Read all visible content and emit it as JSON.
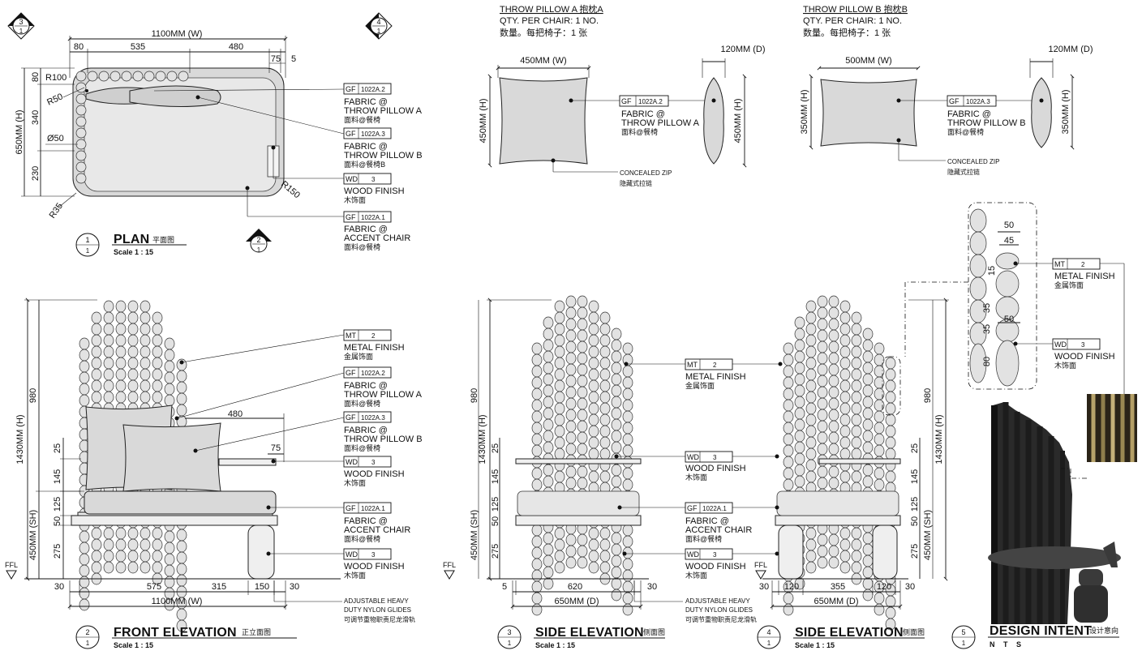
{
  "plan": {
    "callout_top_left": {
      "num": "3",
      "sheet": "1"
    },
    "callout_top_right": {
      "num": "4",
      "sheet": "1"
    },
    "callout_bottom": {
      "num": "2",
      "sheet": "1"
    },
    "dims": {
      "overall_w": "1100MM (W)",
      "d80": "80",
      "d535": "535",
      "d480": "480",
      "d75": "75",
      "d5": "5",
      "overall_h": "650MM (H)",
      "v80": "80",
      "v340": "340",
      "v230": "230",
      "r100": "R100",
      "r50": "R50",
      "dia50": "Ø50",
      "r35": "R35",
      "r150": "R150"
    },
    "tags": [
      {
        "code": "GF",
        "id": "1022A.2",
        "l1": "FABRIC @",
        "l2": "THROW PILLOW A",
        "cn": "面料@餐椅"
      },
      {
        "code": "GF",
        "id": "1022A.3",
        "l1": "FABRIC @",
        "l2": "THROW PILLOW B",
        "cn": "面料@餐椅B"
      },
      {
        "code": "WD",
        "id": "3",
        "l1": "WOOD FINISH",
        "l2": "",
        "cn": "木饰面"
      },
      {
        "code": "GF",
        "id": "1022A.1",
        "l1": "FABRIC @",
        "l2": "ACCENT CHAIR",
        "cn": "面料@餐椅"
      }
    ],
    "title": {
      "num": "1",
      "sheet": "1",
      "name": "PLAN",
      "cn": "平面图",
      "scale": "Scale 1 : 15"
    }
  },
  "pillow_a": {
    "head": "THROW PILLOW A 抱枕A",
    "qty": "QTY. PER CHAIR: 1 NO.",
    "qty_cn": "数量。每把椅子：1 张",
    "w": "450MM (W)",
    "h": "450MM (H)",
    "d": "120MM (D)",
    "h2": "450MM (H)",
    "tag": {
      "code": "GF",
      "id": "1022A.2",
      "l1": "FABRIC @",
      "l2": "THROW PILLOW A",
      "cn": "面料@餐椅"
    },
    "zip": "CONCEALED ZIP",
    "zip_cn": "隐藏式拉链"
  },
  "pillow_b": {
    "head": "THROW PILLOW B 抱枕B",
    "qty": "QTY. PER CHAIR: 1 NO.",
    "qty_cn": "数量。每把椅子：1 张",
    "w": "500MM (W)",
    "h": "350MM (H)",
    "d": "120MM (D)",
    "h2": "350MM (H)",
    "tag": {
      "code": "GF",
      "id": "1022A.3",
      "l1": "FABRIC @",
      "l2": "THROW PILLOW B",
      "cn": "面料@餐椅"
    },
    "zip": "CONCEALED ZIP",
    "zip_cn": "隐藏式拉链"
  },
  "detail": {
    "d50": "50",
    "d45": "45",
    "d15": "15",
    "d35": "35",
    "d35b": "35",
    "d50b": "50",
    "d80": "80",
    "tags": [
      {
        "code": "MT",
        "id": "2",
        "l1": "METAL FINISH",
        "cn": "金属饰面"
      },
      {
        "code": "WD",
        "id": "3",
        "l1": "WOOD FINISH",
        "cn": "木饰面"
      }
    ]
  },
  "front": {
    "h_total": "1430MM (H)",
    "h980": "980",
    "h25": "25",
    "h145": "145",
    "h125": "125",
    "h50": "50",
    "h_sh": "450MM (SH)",
    "h275": "275",
    "ffl": "FFL",
    "w480": "480",
    "w75": "75",
    "w30": "30",
    "w575": "575",
    "w315": "315",
    "w150": "150",
    "w30b": "30",
    "overall_w": "1100MM (W)",
    "tags": [
      {
        "code": "MT",
        "id": "2",
        "l1": "METAL FINISH",
        "l2": "",
        "cn": "金属饰面"
      },
      {
        "code": "GF",
        "id": "1022A.2",
        "l1": "FABRIC @",
        "l2": "THROW PILLOW A",
        "cn": "面料@餐椅"
      },
      {
        "code": "GF",
        "id": "1022A.3",
        "l1": "FABRIC @",
        "l2": "THROW PILLOW B",
        "cn": "面料@餐椅"
      },
      {
        "code": "WD",
        "id": "3",
        "l1": "WOOD FINISH",
        "l2": "",
        "cn": "木饰面"
      },
      {
        "code": "GF",
        "id": "1022A.1",
        "l1": "FABRIC @",
        "l2": "ACCENT CHAIR",
        "cn": "面料@餐椅"
      },
      {
        "code": "WD",
        "id": "3",
        "l1": "WOOD FINISH",
        "l2": "",
        "cn": "木饰面"
      }
    ],
    "glides": [
      "ADJUSTABLE HEAVY",
      "DUTY NYLON GLIDES",
      "可调节重物职责尼龙滑轨"
    ],
    "title": {
      "num": "2",
      "sheet": "1",
      "name": "FRONT ELEVATION",
      "cn": "正立面图",
      "scale": "Scale 1 : 15"
    }
  },
  "side3": {
    "h_total": "1430MM (H)",
    "h980": "980",
    "h25": "25",
    "h145": "145",
    "h125": "125",
    "h50": "50",
    "h_sh": "450MM (SH)",
    "h275": "275",
    "ffl": "FFL",
    "w5": "5",
    "w620": "620",
    "w30": "30",
    "overall_d": "650MM (D)",
    "tags": [
      {
        "code": "MT",
        "id": "2",
        "l1": "METAL FINISH",
        "l2": "",
        "cn": "金属饰面"
      },
      {
        "code": "WD",
        "id": "3",
        "l1": "WOOD FINISH",
        "l2": "",
        "cn": "木饰面"
      },
      {
        "code": "GF",
        "id": "1022A.1",
        "l1": "FABRIC @",
        "l2": "ACCENT CHAIR",
        "cn": "面料@餐椅"
      },
      {
        "code": "WD",
        "id": "3",
        "l1": "WOOD FINISH",
        "l2": "",
        "cn": "木饰面"
      }
    ],
    "glides": [
      "ADJUSTABLE HEAVY",
      "DUTY NYLON GLIDES",
      "可调节重物职责尼龙滑轨"
    ],
    "title": {
      "num": "3",
      "sheet": "1",
      "name": "SIDE ELEVATION",
      "cn": "侧面图",
      "scale": "Scale 1 : 15"
    }
  },
  "side4": {
    "h_total": "1430MM (H)",
    "h980": "980",
    "h25": "25",
    "h145": "145",
    "h125": "125",
    "h50": "50",
    "h_sh": "450MM (SH)",
    "h275": "275",
    "ffl": "FFL",
    "w30": "30",
    "w120": "120",
    "w355": "355",
    "w120b": "120",
    "w30b": "30",
    "overall_d": "650MM (D)",
    "title": {
      "num": "4",
      "sheet": "1",
      "name": "SIDE ELEVATION",
      "cn": "侧面图",
      "scale": "Scale 1 : 15"
    }
  },
  "intent": {
    "title": {
      "num": "5",
      "sheet": "1",
      "name": "DESIGN INTENT",
      "cn": "设计意向",
      "scale": "N T S"
    }
  }
}
